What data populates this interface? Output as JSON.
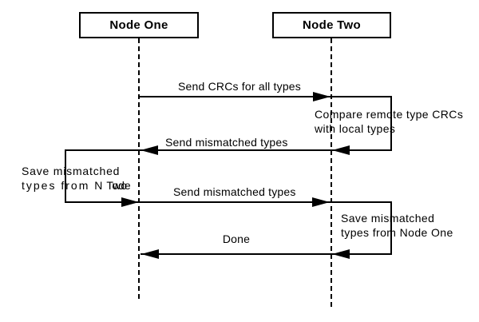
{
  "diagram": {
    "type": "sequence-diagram",
    "background_color": "#ffffff",
    "line_color": "#000000",
    "actors": [
      {
        "label": "Node One"
      },
      {
        "label": "Node Two"
      }
    ],
    "messages": [
      {
        "from": "Node One",
        "to": "Node Two",
        "label": "Send CRCs for all types"
      },
      {
        "from": "Node Two",
        "to": "Node One",
        "label": "Send mismatched types"
      },
      {
        "from": "Node One",
        "to": "Node Two",
        "label": "Send mismatched types"
      },
      {
        "from": "Node Two",
        "to": "Node One",
        "label": "Done"
      }
    ],
    "self_notes": [
      {
        "actor": "Node Two",
        "line1": "Compare remote type CRCs",
        "line2": "with local types"
      },
      {
        "actor": "Node One",
        "line1": "Save mismatched",
        "line2_prefix": "types from N",
        "line2_overlap_under": "ode",
        "line2_overlap_over": "Two"
      },
      {
        "actor": "Node Two",
        "line1": "Save mismatched",
        "line2": "types from Node One"
      }
    ]
  }
}
